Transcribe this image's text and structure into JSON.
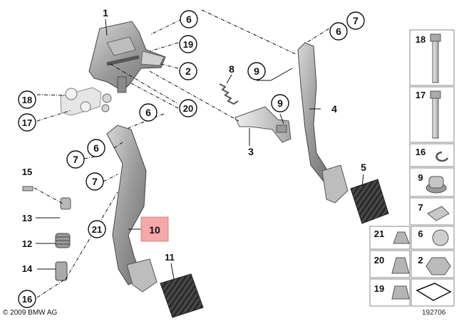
{
  "callouts": {
    "c1": "1",
    "c6a": "6",
    "c7a": "7",
    "c19": "19",
    "c6b": "6",
    "c2": "2",
    "c8": "8",
    "c9a": "9",
    "c9b": "9",
    "c4": "4",
    "c18": "18",
    "c17": "17",
    "c20": "20",
    "c6c": "6",
    "c3": "3",
    "c6d": "6",
    "c7b": "7",
    "c7c": "7",
    "c15": "15",
    "c5": "5",
    "c13": "13",
    "c10": "10",
    "c21": "21",
    "c12": "12",
    "c11": "11",
    "c14": "14",
    "c16": "16"
  },
  "side_panel": {
    "s18": "18",
    "s17": "17",
    "s16": "16",
    "s9": "9",
    "s7": "7",
    "s21": "21",
    "s6": "6",
    "s20": "20",
    "s2": "2",
    "s19": "19"
  },
  "highlight_color": "#f4a8a8",
  "footer": {
    "copyright": "© 2009 BMW AG",
    "diagram_id": "192706"
  }
}
